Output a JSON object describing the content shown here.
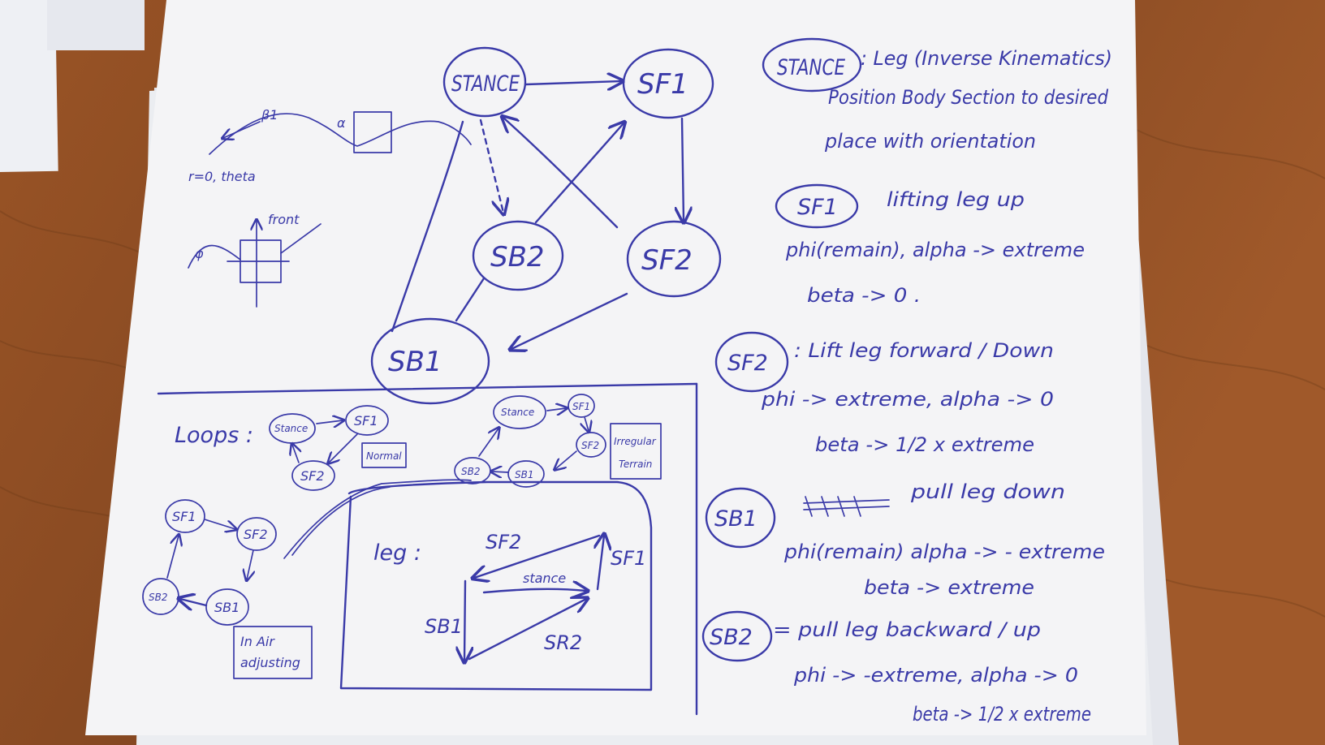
{
  "diagram": {
    "states": {
      "stance": "STANCE",
      "sf1": "SF1",
      "sf2": "SF2",
      "sb1": "SB1",
      "sb2": "SB2"
    },
    "sketch": {
      "r_label": "r=0, theta",
      "beta_label": "β1",
      "alpha_label": "α",
      "front_label": "front",
      "phi_label": "φ"
    },
    "loops": {
      "title": "Loops :",
      "normal": {
        "stance": "Stance",
        "sf1": "SF1",
        "sf2": "SF2",
        "label": "Normal"
      },
      "irregular": {
        "stance": "Stance",
        "sf1": "SF1",
        "sf2": "SF2",
        "sb1": "SB1",
        "sb2": "SB2",
        "label_line1": "Irregular",
        "label_line2": "Terrain"
      },
      "in_air": {
        "sf1": "SF1",
        "sf2": "SF2",
        "sb1": "SB1",
        "sb2": "SB2",
        "label_line1": "In Air",
        "label_line2": "adjusting"
      }
    },
    "leg_path": {
      "title": "leg :",
      "sf2": "SF2",
      "sf1": "SF1",
      "stance": "stance",
      "sb1": "SB1",
      "sb2": "SR2"
    },
    "notes": {
      "stance": {
        "label": "STANCE",
        "line1": ": Leg (Inverse Kinematics)",
        "line2": "Position Body Section to desired",
        "line3": "place with orientation"
      },
      "sf1": {
        "label": "SF1",
        "line1": "lifting leg up",
        "line2": "phi(remain), alpha -> extreme",
        "line3": "beta -> 0 ."
      },
      "sf2": {
        "label": "SF2",
        "line1": ": Lift leg forward / Down",
        "line2": "phi -> extreme, alpha -> 0",
        "line3": "beta -> 1/2 x extreme"
      },
      "sb1": {
        "label": "SB1",
        "line1": "pull leg down",
        "line2": "phi(remain) alpha -> - extreme",
        "line3": "beta -> extreme"
      },
      "sb2": {
        "label": "SB2",
        "line1": "= pull leg backward / up",
        "line2": "phi -> -extreme, alpha -> 0",
        "line3": "beta -> 1/2 x extreme"
      }
    }
  },
  "colors": {
    "ink": "#3a3aa8",
    "paper": "#f4f4f6",
    "desk": "#8a4a22"
  }
}
